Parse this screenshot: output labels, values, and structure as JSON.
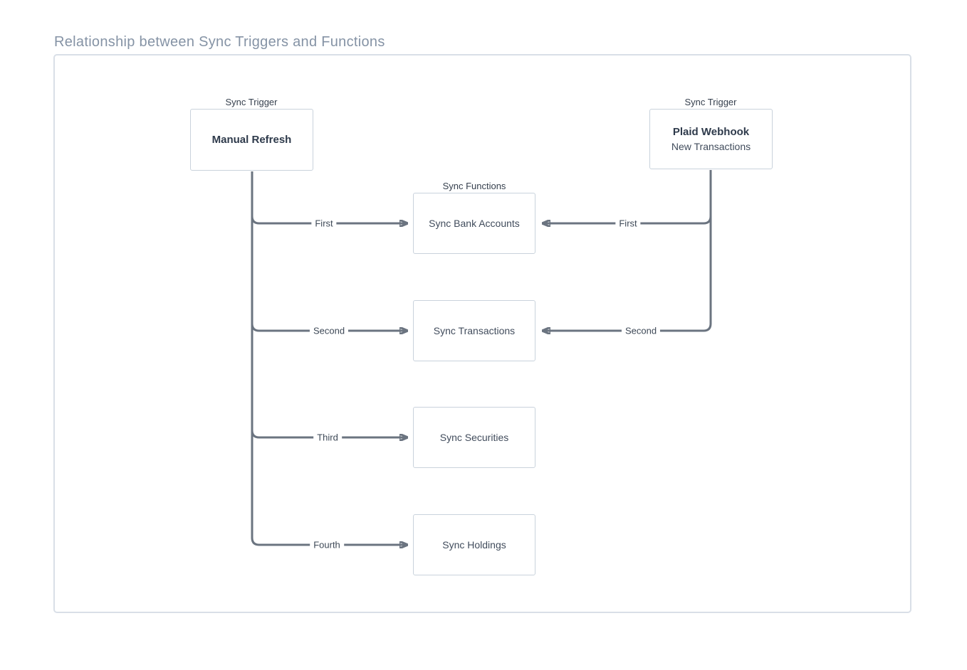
{
  "page": {
    "title": "Relationship between Sync Triggers and Functions"
  },
  "colors": {
    "line": "#6b7480",
    "box_border": "#c9d2dc",
    "container_border": "#d9dfe7",
    "title_text": "#8593a5",
    "group_label_text": "#36404e",
    "box_text": "#414c5c",
    "trigger_text": "#2e3a4b",
    "edge_label_text": "#3d4856",
    "background": "#ffffff"
  },
  "triggers": [
    {
      "group_label": "Sync Trigger",
      "title": "Manual Refresh",
      "subtitle": ""
    },
    {
      "group_label": "Sync Trigger",
      "title": "Plaid Webhook",
      "subtitle": "New Transactions"
    }
  ],
  "functions": {
    "group_label": "Sync Functions",
    "items": [
      "Sync Bank Accounts",
      "Sync Transactions",
      "Sync Securities",
      "Sync Holdings"
    ]
  },
  "edges": {
    "left": [
      "First",
      "Second",
      "Third",
      "Fourth"
    ],
    "right": [
      "First",
      "Second"
    ]
  }
}
